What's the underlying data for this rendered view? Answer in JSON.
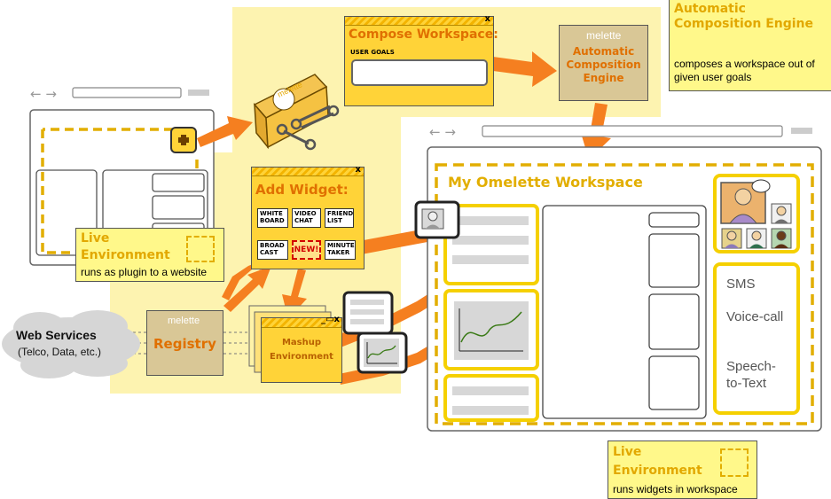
{
  "compose_panel": {
    "title": "Compose Workspace:",
    "field_label": "USER GOALS",
    "close": "x"
  },
  "engine_box": {
    "brand": "melette",
    "title": "Automatic Composition Engine"
  },
  "engine_callout": {
    "title": "Automatic Composition Engine",
    "subtitle": "composes a workspace out of given user goals"
  },
  "add_widget_panel": {
    "title": "Add Widget:",
    "close": "x",
    "buttons": [
      "WHITE BOARD",
      "VIDEO CHAT",
      "FRIEND LIST",
      "BROAD CAST",
      "NEW!",
      "MINUTE TAKER"
    ]
  },
  "plugin_toolbox": {
    "brand": "melette"
  },
  "left_callout": {
    "title": "Live Environment",
    "subtitle": "runs as plugin to a website"
  },
  "web_services": {
    "title": "Web Services",
    "subtitle": "(Telco, Data, etc.)"
  },
  "registry": {
    "brand": "melette",
    "title": "Registry"
  },
  "mashup": {
    "title": "Mashup Environment"
  },
  "workspace": {
    "title": "My Omelette Workspace",
    "services": [
      "SMS",
      "Voice-call",
      "Speech-to-Text"
    ]
  },
  "bottom_callout": {
    "title": "Live Environment",
    "subtitle": "runs widgets in workspace"
  },
  "colors": {
    "accent_yellow": "#ffd338",
    "accent_orange": "#f57f20",
    "background_yellow": "#fdf3b0",
    "callout_yellow": "#fff88a",
    "dashed_border": "#e2ae00"
  }
}
